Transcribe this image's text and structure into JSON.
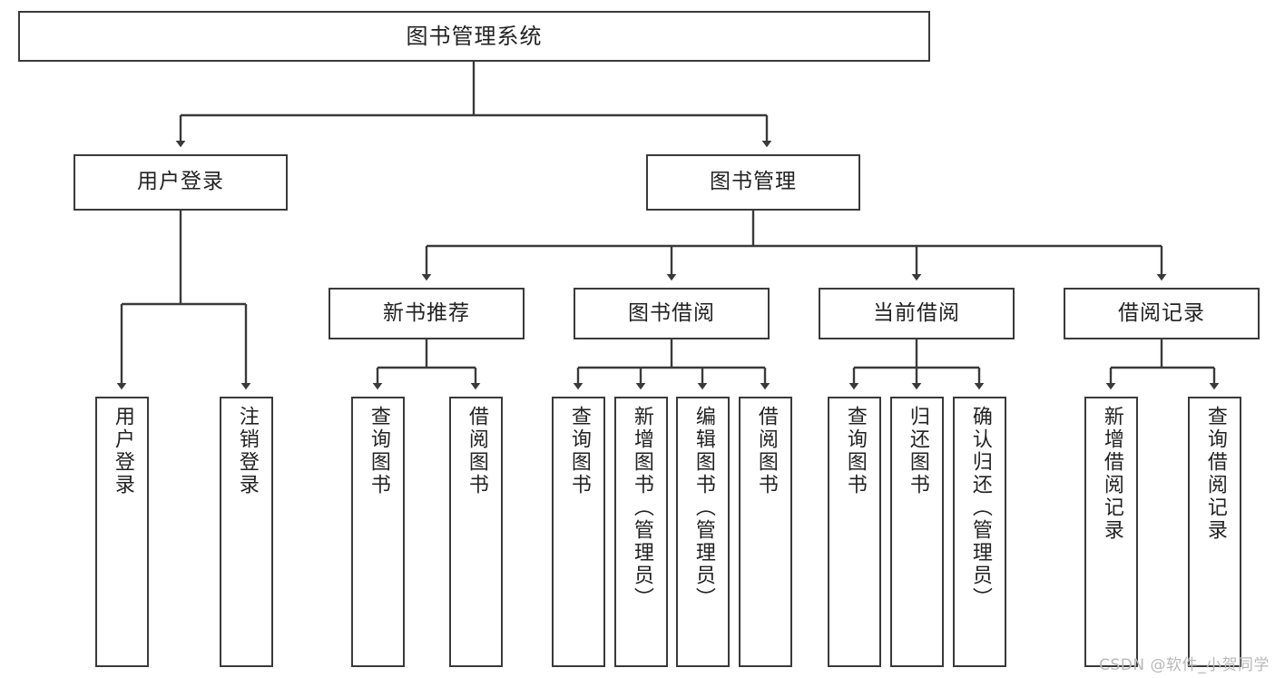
{
  "diagram": {
    "title_node": {
      "label": "图书管理系统"
    },
    "level2": [
      {
        "label": "用户登录"
      },
      {
        "label": "图书管理"
      }
    ],
    "level3": [
      {
        "label": "新书推荐"
      },
      {
        "label": "图书借阅"
      },
      {
        "label": "当前借阅"
      },
      {
        "label": "借阅记录"
      }
    ],
    "leaves": {
      "user_login": [
        {
          "label": "用户登录"
        },
        {
          "label": "注销登录"
        }
      ],
      "new_book_recommend": [
        {
          "label": "查询图书"
        },
        {
          "label": "借阅图书"
        }
      ],
      "book_borrow": [
        {
          "label": "查询图书"
        },
        {
          "label": "新增图书（管理员）"
        },
        {
          "label": "编辑图书（管理员）"
        },
        {
          "label": "借阅图书"
        }
      ],
      "current_borrow": [
        {
          "label": "查询图书"
        },
        {
          "label": "归还图书"
        },
        {
          "label": "确认归还（管理员）"
        }
      ],
      "borrow_record": [
        {
          "label": "新增借阅记录"
        },
        {
          "label": "查询借阅记录"
        }
      ]
    },
    "watermark": "CSDN @软件_小贺同学",
    "colors": {
      "stroke": "#3a3a3a",
      "text": "#222222",
      "background": "#ffffff",
      "watermark": "#b9b9b9"
    }
  }
}
